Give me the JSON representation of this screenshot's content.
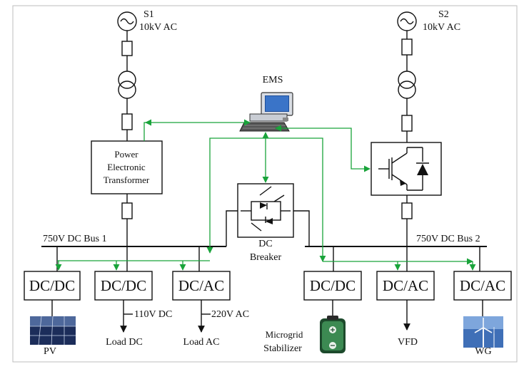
{
  "sources": {
    "s1": {
      "name": "S1",
      "voltage": "10kV AC"
    },
    "s2": {
      "name": "S2",
      "voltage": "10kV AC"
    }
  },
  "ems": {
    "label": "EMS"
  },
  "pet": {
    "line1": "Power",
    "line2": "Electronic",
    "line3": "Transformer"
  },
  "breaker": {
    "line1": "DC",
    "line2": "Breaker"
  },
  "buses": {
    "bus1": "750V DC Bus 1",
    "bus2": "750V DC Bus 2"
  },
  "converters": [
    {
      "label": "DC/DC"
    },
    {
      "label": "DC/DC"
    },
    {
      "label": "DC/AC"
    },
    {
      "label": "DC/DC"
    },
    {
      "label": "DC/AC"
    },
    {
      "label": "DC/AC"
    }
  ],
  "feeders": {
    "dc": "110V DC",
    "ac": "220V AC"
  },
  "loads": {
    "pv": "PV",
    "load_dc": "Load DC",
    "load_ac": "Load AC",
    "stabilizer_line1": "Microgrid",
    "stabilizer_line2": "Stabilizer",
    "vfd": "VFD",
    "wg": "WG"
  },
  "colors": {
    "comm_link": "#19a33a",
    "line": "#111111"
  }
}
